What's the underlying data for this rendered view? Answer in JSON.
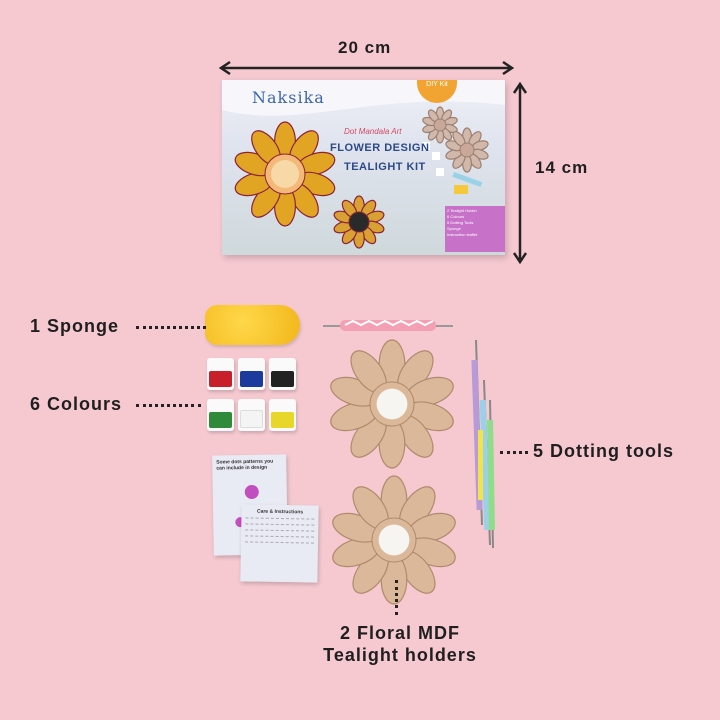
{
  "dimensions": {
    "width": "20 cm",
    "height": "14 cm"
  },
  "box": {
    "brand": "Naksika",
    "badge": "DIY Kit",
    "tagline": "Dot Mandala Art",
    "title_line1": "FLOWER DESIGN",
    "title_line2": "TEALIGHT KIT",
    "contents": [
      "2 Tealight Holder",
      "6 Colours",
      "5 Dotting Tools",
      "Sponge",
      "Instruction leaflet"
    ]
  },
  "labels": {
    "sponge": "1 Sponge",
    "colours": "6 Colours",
    "dotting_tools": "5 Dotting tools",
    "holders_line1": "2 Floral MDF",
    "holders_line2": "Tealight holders"
  },
  "cards": {
    "patterns_title": "Some dots patterns you can include in design",
    "care_title": "Care & Instructions"
  },
  "colors": {
    "background": "#f6c9d1",
    "paints": [
      "#c8202b",
      "#1d3b9c",
      "#222222",
      "#2f8a3a",
      "#f4f4f4",
      "#e8d62a"
    ],
    "wood": "#dcb89a"
  }
}
